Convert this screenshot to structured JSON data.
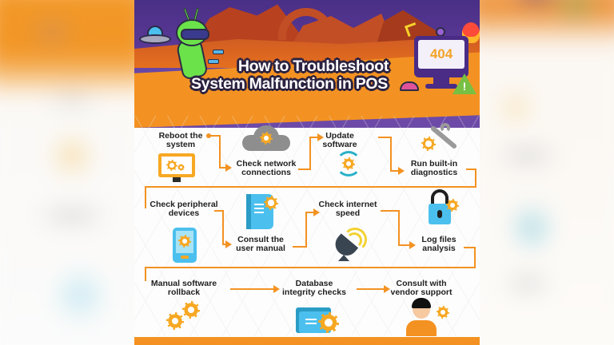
{
  "header": {
    "title_line1": "How to Troubleshoot",
    "title_line2": "System Malfunction in POS",
    "monitor_error": "404",
    "warning_glyph": "!"
  },
  "steps": [
    {
      "id": 1,
      "label": "Reboot the\nsystem",
      "icon": "monitor-gears-icon"
    },
    {
      "id": 2,
      "label": "Check network\nconnections",
      "icon": "cloud-gear-icon"
    },
    {
      "id": 3,
      "label": "Update\nsoftware",
      "icon": "refresh-gear-icon"
    },
    {
      "id": 4,
      "label": "Run built-in\ndiagnostics",
      "icon": "wrench-gear-icon"
    },
    {
      "id": 5,
      "label": "Check peripheral\ndevices",
      "icon": "tablet-gear-icon"
    },
    {
      "id": 6,
      "label": "Consult the\nuser manual",
      "icon": "book-gear-icon"
    },
    {
      "id": 7,
      "label": "Check internet\nspeed",
      "icon": "satellite-dish-icon"
    },
    {
      "id": 8,
      "label": "Log files\nanalysis",
      "icon": "padlock-gear-icon"
    },
    {
      "id": 9,
      "label": "Manual software\nrollback",
      "icon": "two-gears-icon"
    },
    {
      "id": 10,
      "label": "Database\nintegrity checks",
      "icon": "folder-gear-icon"
    },
    {
      "id": 11,
      "label": "Consult with\nvendor support",
      "icon": "support-person-gear-icon"
    }
  ],
  "colors": {
    "accent_orange": "#f39222",
    "gear_yellow": "#f7a823",
    "sky_purple": "#4a2f86",
    "icon_blue": "#4bc0ee",
    "text_dark": "#1f1f1f"
  }
}
